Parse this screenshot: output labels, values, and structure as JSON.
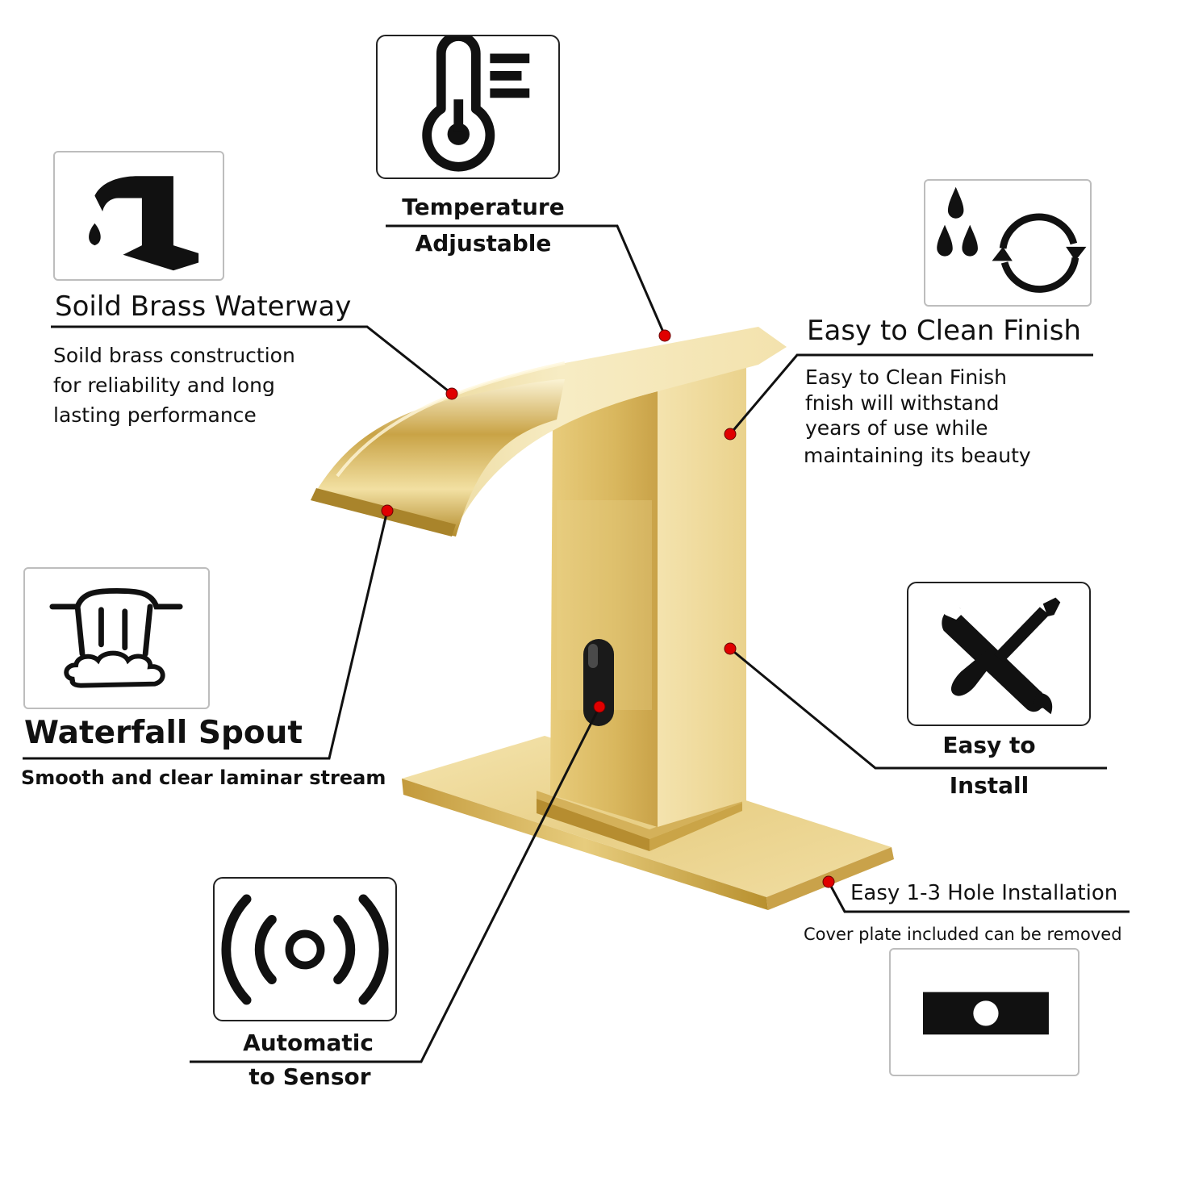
{
  "colors": {
    "gold_light": "#f6e7b5",
    "gold_mid": "#dcbf6a",
    "gold_dark": "#b8912d",
    "marker_red": "#e00000",
    "line_black": "#111111",
    "sensor_black": "#1a1a1a"
  },
  "features": {
    "temperature": {
      "icon": "thermometer-icon",
      "title_line1": "Temperature",
      "title_line2": "Adjustable"
    },
    "waterway": {
      "icon": "faucet-drop-icon",
      "title": "Soild Brass Waterway",
      "desc_line1": "Soild brass construction",
      "desc_line2": "for reliability and long",
      "desc_line3": "lasting  performance"
    },
    "clean_finish": {
      "icon": "drops-cycle-icon",
      "title": "Easy to Clean Finish",
      "desc_line1": "Easy to Clean Finish",
      "desc_line2": "fnish will withstand",
      "desc_line3": "years of use while",
      "desc_line4": "maintaining its beauty"
    },
    "waterfall": {
      "icon": "waterfall-icon",
      "title": "Waterfall Spout",
      "desc": "Smooth and clear laminar stream"
    },
    "install": {
      "icon": "wrench-screwdriver-icon",
      "title_line1": "Easy to",
      "title_line2": "Install"
    },
    "sensor": {
      "icon": "sensor-waves-icon",
      "title_line1": "Automatic",
      "title_line2": "to Sensor"
    },
    "hole": {
      "icon": "single-hole-plate-icon",
      "title": "Easy 1-3 Hole Installation",
      "desc": "Cover plate included can be removed"
    }
  }
}
